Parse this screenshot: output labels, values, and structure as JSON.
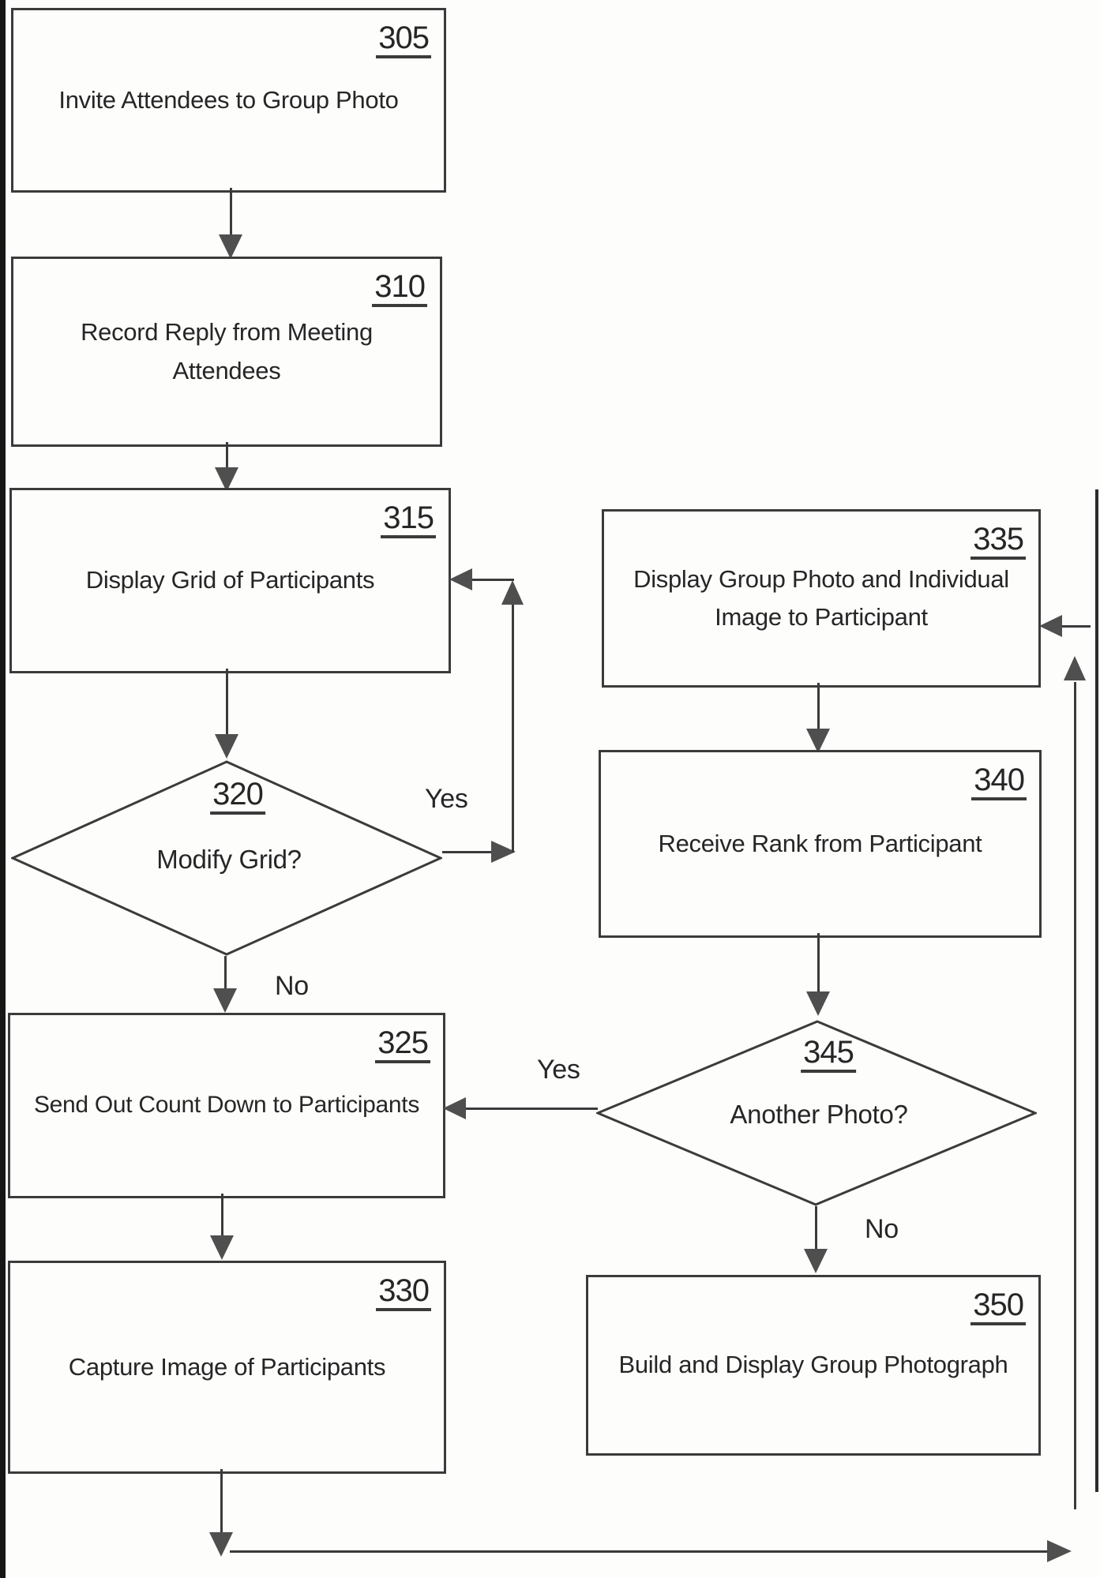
{
  "figure": {
    "type": "flowchart",
    "background": "#fdfdfc",
    "ink_color": "#3b3b3b",
    "arrowhead_color": "#4f4f4f",
    "nodes": {
      "n305": {
        "num": "305",
        "text": "Invite Attendees to Group Photo",
        "shape": "process"
      },
      "n310": {
        "num": "310",
        "text": "Record Reply from Meeting Attendees",
        "shape": "process"
      },
      "n315": {
        "num": "315",
        "text": "Display Grid of Participants",
        "shape": "process"
      },
      "n320": {
        "num": "320",
        "text": "Modify Grid?",
        "shape": "decision"
      },
      "n325": {
        "num": "325",
        "text": "Send Out Count Down to Participants",
        "shape": "process"
      },
      "n330": {
        "num": "330",
        "text": "Capture Image of Participants",
        "shape": "process"
      },
      "n335": {
        "num": "335",
        "text": "Display Group Photo and Individual Image to Participant",
        "shape": "process"
      },
      "n340": {
        "num": "340",
        "text": "Receive Rank from Participant",
        "shape": "process"
      },
      "n345": {
        "num": "345",
        "text": "Another Photo?",
        "shape": "decision"
      },
      "n350": {
        "num": "350",
        "text": "Build and Display Group Photograph",
        "shape": "process"
      }
    },
    "edge_labels": {
      "yes320": "Yes",
      "no320": "No",
      "yes345": "Yes",
      "no345": "No"
    },
    "edges": [
      "305 -> 310",
      "310 -> 315",
      "315 -> 320",
      "320 -Yes-> 315",
      "320 -No-> 325",
      "325 -> 330",
      "330 -> 335 (via bottom-right feedback line)",
      "335 -> 340",
      "340 -> 345",
      "345 -Yes-> 325",
      "345 -No-> 350"
    ]
  }
}
